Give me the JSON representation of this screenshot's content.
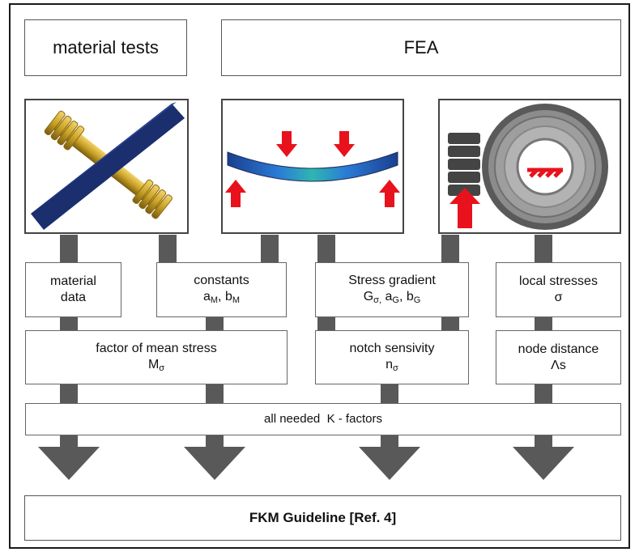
{
  "top": {
    "material_tests": "material tests",
    "fea": "FEA"
  },
  "images": {
    "specimen": "specimen-illustration",
    "beam": "bending-beam-fea-illustration",
    "gear": "gear-pair-illustration"
  },
  "boxes": {
    "material_data": {
      "line1": "material",
      "line2": "data"
    },
    "constants": {
      "line1": "constants",
      "a": "a",
      "a_sub": "M",
      "sep": ", ",
      "b": "b",
      "b_sub": "M"
    },
    "stress_gradient": {
      "line1": "Stress gradient",
      "g": "G",
      "g_sub": "σ,",
      "a": "a",
      "a_sub": "G",
      "b": "b",
      "b_sub": "G",
      "sep": ", "
    },
    "local_stresses": {
      "line1": "local stresses",
      "line2": "σ"
    },
    "mean_stress": {
      "line1": "factor of mean stress",
      "m": "M",
      "m_sub": "σ"
    },
    "notch": {
      "line1": "notch sensivity",
      "n": "n",
      "n_sub": "σ"
    },
    "node_distance": {
      "line1": "node distance",
      "line2": "Λs"
    },
    "k_factors": "all needed  K - factors",
    "guideline": "FKM Guideline [Ref. 4]"
  },
  "colors": {
    "connector": "#595959",
    "arrow_red": "#e8121c",
    "specimen_gold": "#c9a227",
    "beam_blue": "#1a3f8f",
    "gear_grey": "#6a6a6a"
  }
}
